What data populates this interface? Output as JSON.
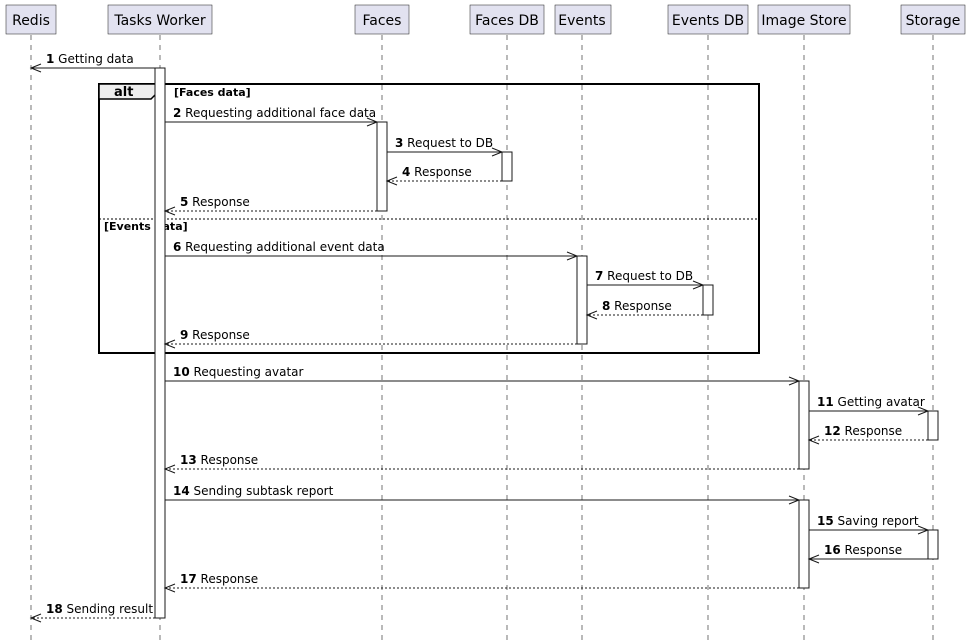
{
  "participants": [
    {
      "id": "redis",
      "label": "Redis"
    },
    {
      "id": "worker",
      "label": "Tasks Worker"
    },
    {
      "id": "faces",
      "label": "Faces"
    },
    {
      "id": "facesdb",
      "label": "Faces DB"
    },
    {
      "id": "events",
      "label": "Events"
    },
    {
      "id": "eventsdb",
      "label": "Events DB"
    },
    {
      "id": "imagestore",
      "label": "Image Store"
    },
    {
      "id": "storage",
      "label": "Storage"
    }
  ],
  "fragment": {
    "keyword": "alt",
    "guard1": "[Faces data]",
    "guard2": "[Events data]"
  },
  "messages": [
    {
      "num": "1",
      "text": "Getting data",
      "from": "worker",
      "to": "redis",
      "dashed": false
    },
    {
      "num": "2",
      "text": "Requesting additional face data",
      "from": "worker",
      "to": "faces",
      "dashed": false
    },
    {
      "num": "3",
      "text": "Request to DB",
      "from": "faces",
      "to": "facesdb",
      "dashed": false
    },
    {
      "num": "4",
      "text": "Response",
      "from": "facesdb",
      "to": "faces",
      "dashed": true
    },
    {
      "num": "5",
      "text": "Response",
      "from": "faces",
      "to": "worker",
      "dashed": true
    },
    {
      "num": "6",
      "text": "Requesting additional event data",
      "from": "worker",
      "to": "events",
      "dashed": false
    },
    {
      "num": "7",
      "text": "Request to DB",
      "from": "events",
      "to": "eventsdb",
      "dashed": false
    },
    {
      "num": "8",
      "text": "Response",
      "from": "eventsdb",
      "to": "events",
      "dashed": true
    },
    {
      "num": "9",
      "text": "Response",
      "from": "events",
      "to": "worker",
      "dashed": true
    },
    {
      "num": "10",
      "text": "Requesting avatar",
      "from": "worker",
      "to": "imagestore",
      "dashed": false
    },
    {
      "num": "11",
      "text": "Getting avatar",
      "from": "imagestore",
      "to": "storage",
      "dashed": false
    },
    {
      "num": "12",
      "text": "Response",
      "from": "storage",
      "to": "imagestore",
      "dashed": true
    },
    {
      "num": "13",
      "text": "Response",
      "from": "imagestore",
      "to": "worker",
      "dashed": true
    },
    {
      "num": "14",
      "text": "Sending subtask report",
      "from": "worker",
      "to": "imagestore",
      "dashed": false
    },
    {
      "num": "15",
      "text": "Saving report",
      "from": "imagestore",
      "to": "storage",
      "dashed": false
    },
    {
      "num": "16",
      "text": "Response",
      "from": "storage",
      "to": "imagestore",
      "dashed": false
    },
    {
      "num": "17",
      "text": "Response",
      "from": "imagestore",
      "to": "worker",
      "dashed": true
    },
    {
      "num": "18",
      "text": "Sending result",
      "from": "worker",
      "to": "redis",
      "dashed": true
    }
  ]
}
